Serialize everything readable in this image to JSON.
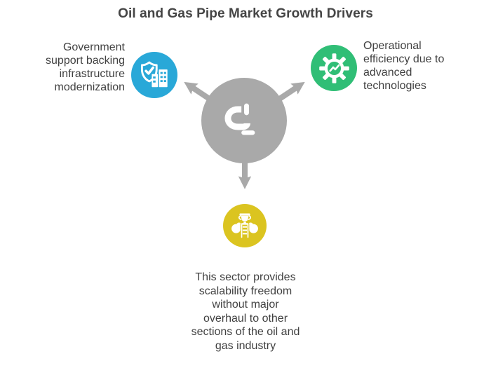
{
  "title": "Oil and Gas Pipe Market Growth Drivers",
  "colors": {
    "blue": "#29A8D8",
    "green": "#30BE76",
    "yellow": "#DBC420",
    "gray": "#A9A9A9",
    "title_text": "#454545",
    "body_text": "#414141"
  },
  "hub": {
    "icon": "pipe-icon"
  },
  "drivers": [
    {
      "id": "government-support",
      "position": "left",
      "icon": "shield-check-buildings-icon",
      "color": "#29A8D8",
      "label": "Government\nsupport backing\ninfrastructure\nmodernization"
    },
    {
      "id": "operational-efficiency",
      "position": "right",
      "icon": "gear-trend-icon",
      "color": "#30BE76",
      "label": "Operational\nefficiency due to\nadvanced\ntechnologies"
    },
    {
      "id": "scalability-freedom",
      "position": "bottom",
      "icon": "trophy-ladder-cloud-icon",
      "color": "#DBC420",
      "label": "This sector provides\nscalability freedom\nwithout major\noverhaul to other\nsections of the oil and\ngas industry"
    }
  ]
}
